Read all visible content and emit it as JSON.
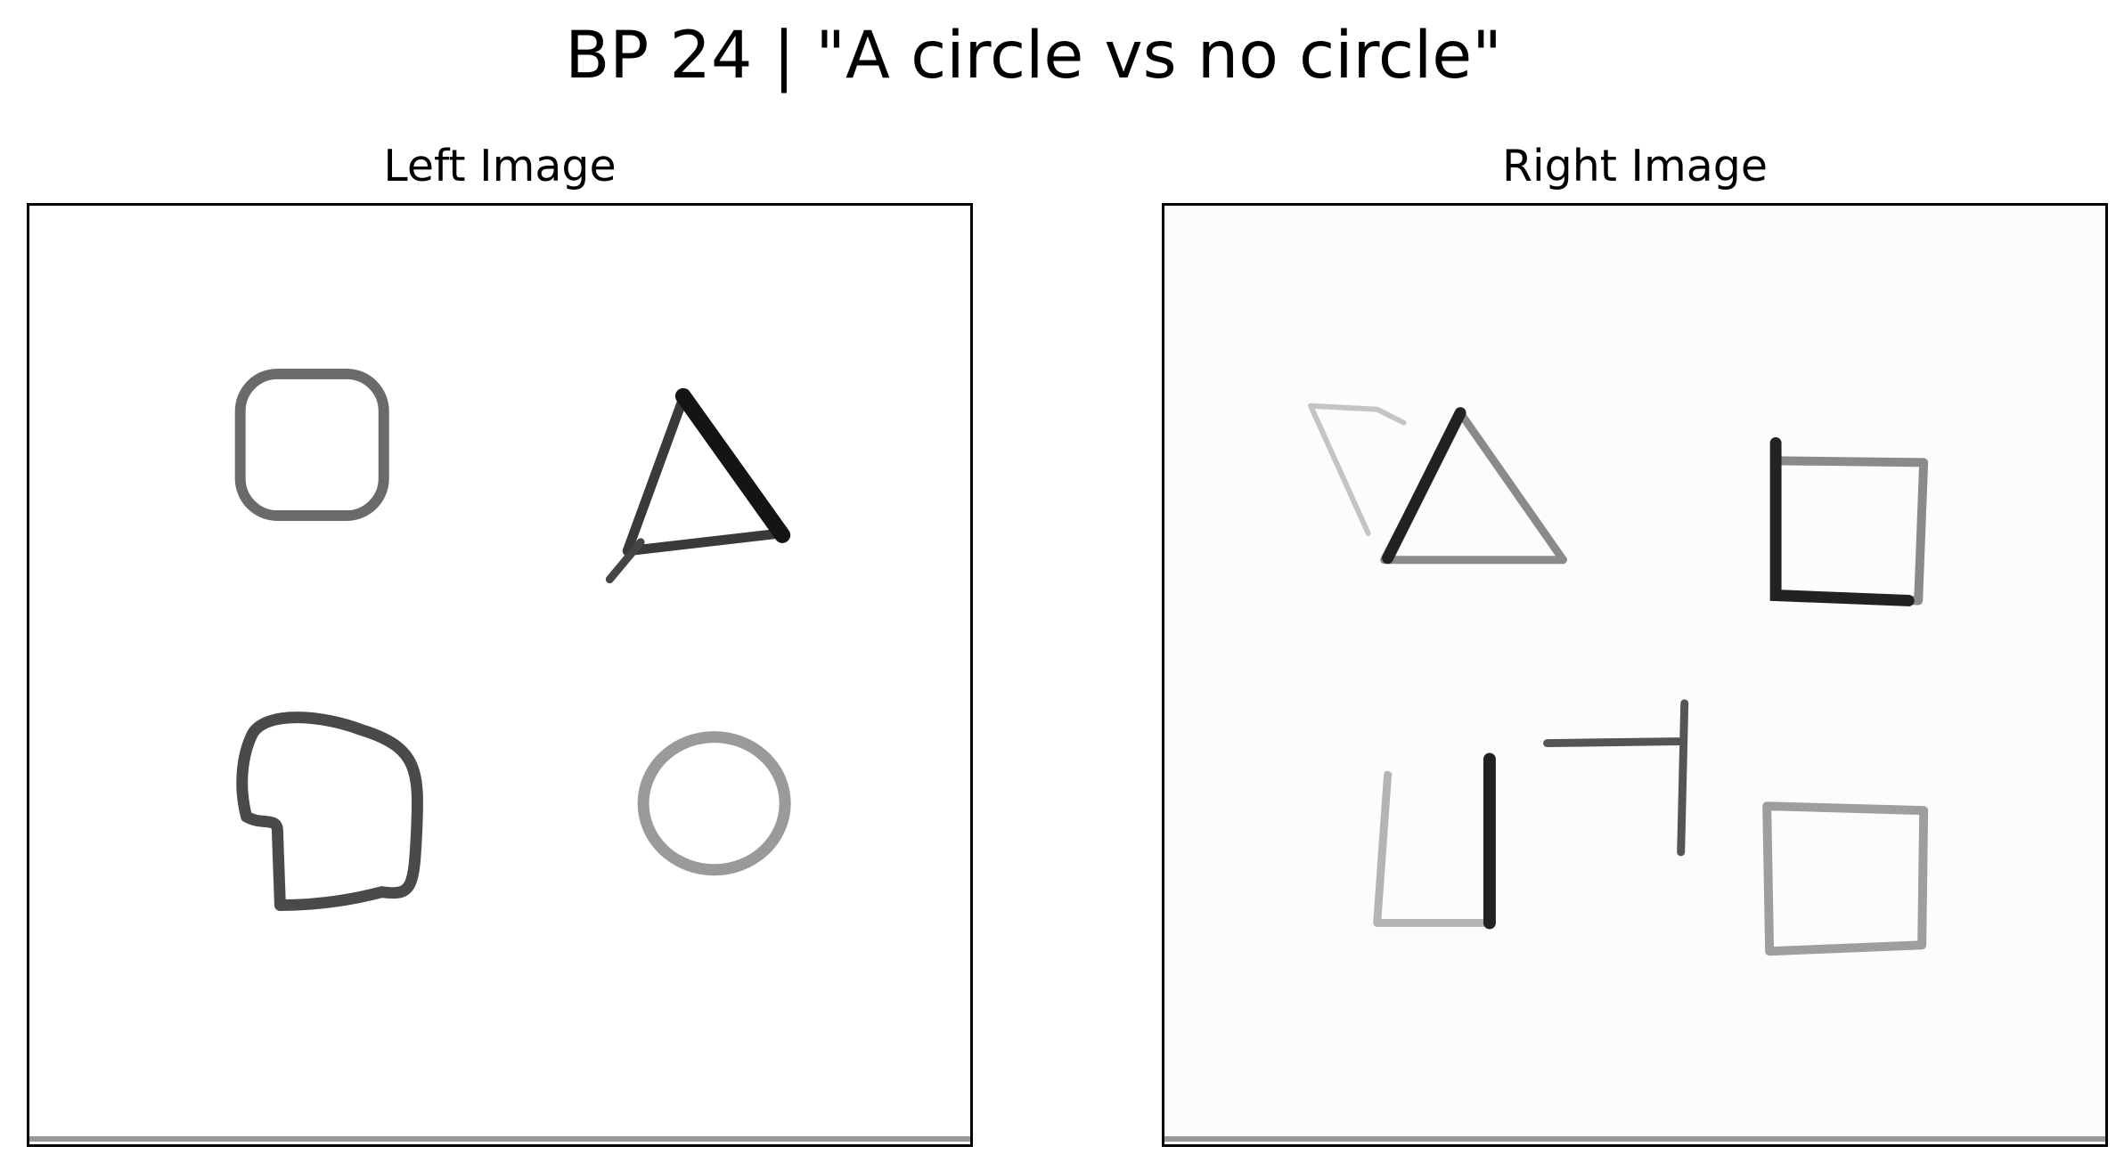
{
  "figure": {
    "title": "BP 24 | \"A circle vs no circle\""
  },
  "left_panel": {
    "title": "Left Image",
    "shapes": [
      "rounded-square-outline",
      "triangle-outline",
      "irregular-blob-outline",
      "circle-outline"
    ]
  },
  "right_panel": {
    "title": "Right Image",
    "shapes": [
      "triangle-with-slanted-line",
      "square-outline",
      "tee-stroke",
      "open-quadrilateral",
      "square-outline"
    ]
  },
  "colors": {
    "background": "#ffffff",
    "frame": "#000000",
    "stroke_dark": "#222222",
    "stroke_mid": "#666666",
    "stroke_light": "#aaaaaa"
  }
}
